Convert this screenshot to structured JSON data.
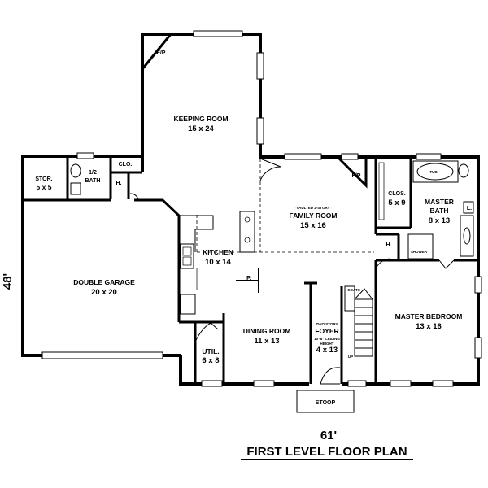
{
  "rooms": {
    "keeping": {
      "name": "KEEPING ROOM",
      "size": "15 x 24"
    },
    "stor": {
      "name": "STOR.",
      "size": "5 x 5"
    },
    "half_bath": {
      "name": "1/2",
      "name2": "BATH"
    },
    "clo": {
      "name": "CLO."
    },
    "h1": {
      "name": "H."
    },
    "garage": {
      "name": "DOUBLE GARAGE",
      "size": "20 x 20"
    },
    "kitchen": {
      "name": "KITCHEN",
      "size": "10 x 14"
    },
    "pantry": {
      "name": "P."
    },
    "family": {
      "note": "\"VAULTED 2-STORY\"",
      "name": "FAMILY ROOM",
      "size": "15 x 16"
    },
    "dining": {
      "name": "DINING ROOM",
      "size": "11 x 13"
    },
    "foyer": {
      "note1": "TWO STORY",
      "note2": "10'-8\" CEILING",
      "note3": "HEIGHT",
      "name": "FOYER",
      "size": "4 x 13"
    },
    "util": {
      "name": "UTIL.",
      "size": "6 x 8"
    },
    "clos": {
      "name": "CLOS.",
      "size": "5 x 9"
    },
    "master_bath": {
      "name": "MASTER",
      "name2": "BATH",
      "size": "8 x 13"
    },
    "h2": {
      "name": "H."
    },
    "master_bed": {
      "name": "MASTER BEDROOM",
      "size": "13 x 16"
    },
    "stoop": {
      "name": "STOOP"
    }
  },
  "fixtures": {
    "fp1": "F/P",
    "fp2": "F/P",
    "tub": "TUB",
    "shower": "SHOWER",
    "coats": "COATS",
    "up": "UP",
    "l": "L."
  },
  "dimensions": {
    "depth": "48'",
    "width": "61'"
  },
  "title": "FIRST LEVEL FLOOR PLAN"
}
